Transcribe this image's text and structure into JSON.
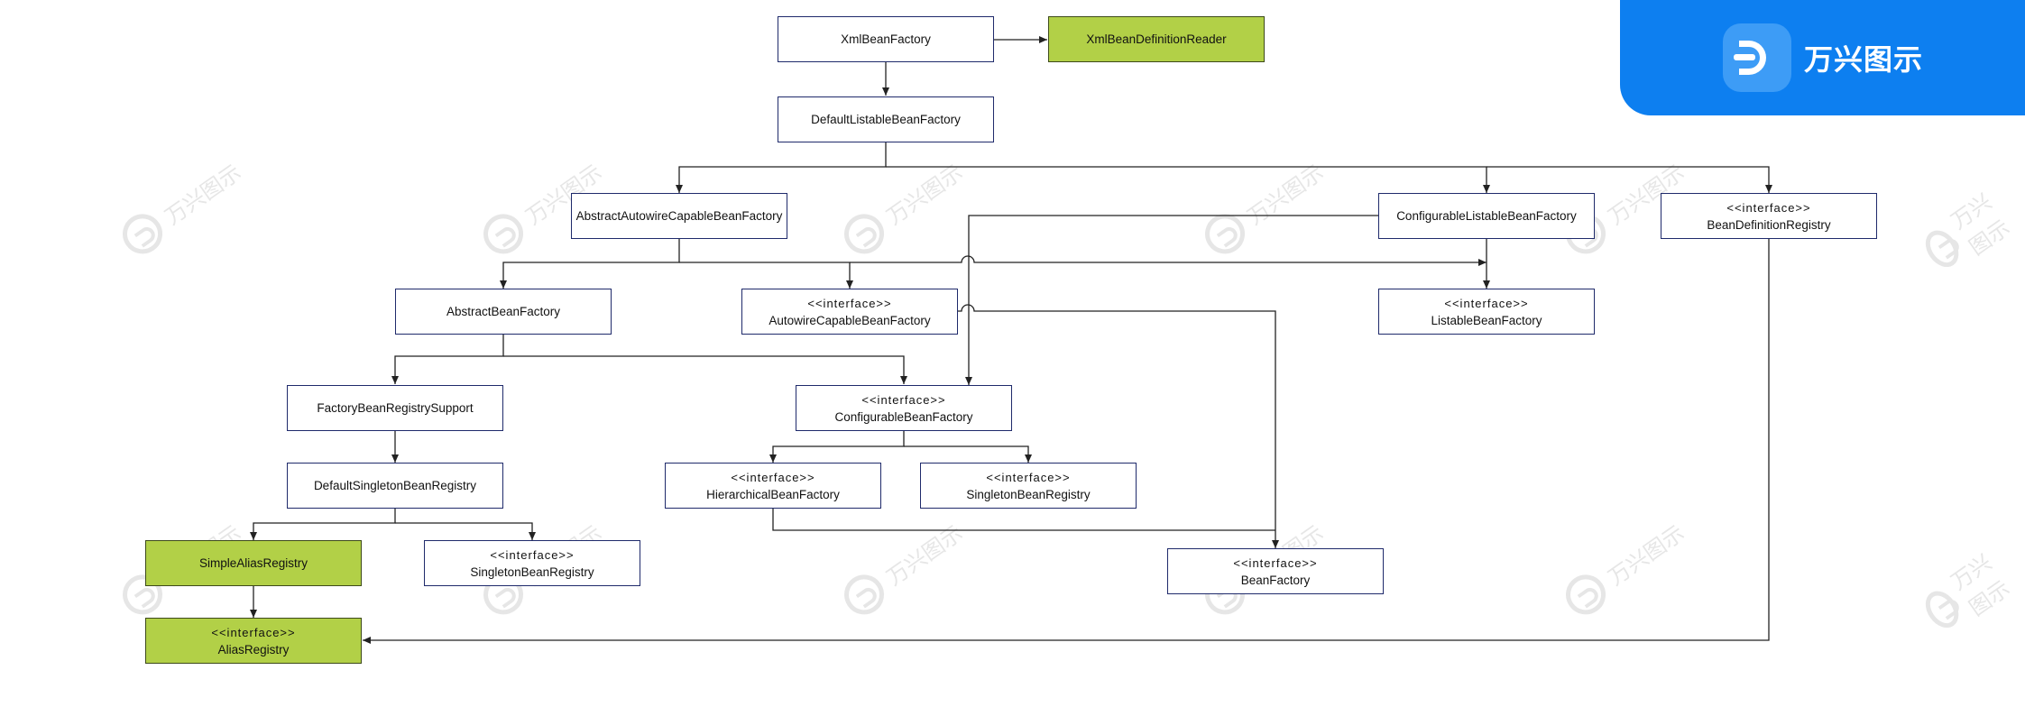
{
  "brand": {
    "name": "万兴图示",
    "icon": "edraw-logo-icon",
    "color": "#0d7ff0"
  },
  "watermark": {
    "text": "万兴图示",
    "icon": "edraw-logo-icon"
  },
  "colors": {
    "highlight": "#b2d047",
    "border": "#1f2a6b",
    "edge": "#222222"
  },
  "nodes": [
    {
      "id": "xmlbeanfactory",
      "label": "XmlBeanFactory"
    },
    {
      "id": "xmlbeandefinitionreader",
      "label": "XmlBeanDefinitionReader",
      "highlight": true
    },
    {
      "id": "defaultlistablebeanfactory",
      "label": "DefaultListableBeanFactory"
    },
    {
      "id": "abstractautowirecapablebeanfactory",
      "label": "AbstractAutowireCapableBeanFactory"
    },
    {
      "id": "configurablelistablebeanfactory",
      "label": "ConfigurableListableBeanFactory"
    },
    {
      "id": "beandefinitionregistry",
      "label": "BeanDefinitionRegistry",
      "stereotype": "<<interface>>"
    },
    {
      "id": "abstractbeanfactory",
      "label": "AbstractBeanFactory"
    },
    {
      "id": "autowirecapablebeanfactory",
      "label": "AutowireCapableBeanFactory",
      "stereotype": "<<interface>>"
    },
    {
      "id": "listablebeanfactory",
      "label": "ListableBeanFactory",
      "stereotype": "<<interface>>"
    },
    {
      "id": "factorybeanregistrysupport",
      "label": "FactoryBeanRegistrySupport"
    },
    {
      "id": "configurablebeanfactory",
      "label": "ConfigurableBeanFactory",
      "stereotype": "<<interface>>"
    },
    {
      "id": "defaultsingletonbeanregistry",
      "label": "DefaultSingletonBeanRegistry"
    },
    {
      "id": "hierarchicalbeanfactory",
      "label": "HierarchicalBeanFactory",
      "stereotype": "<<interface>>"
    },
    {
      "id": "singletonbeanregistry-right",
      "label": "SingletonBeanRegistry",
      "stereotype": "<<interface>>"
    },
    {
      "id": "simplealiasregistry",
      "label": "SimpleAliasRegistry",
      "highlight": true
    },
    {
      "id": "singletonbeanregistry-left",
      "label": "SingletonBeanRegistry",
      "stereotype": "<<interface>>"
    },
    {
      "id": "beanfactory",
      "label": "BeanFactory",
      "stereotype": "<<interface>>"
    },
    {
      "id": "aliasregistry",
      "label": "AliasRegistry",
      "stereotype": "<<interface>>",
      "highlight": true
    }
  ]
}
